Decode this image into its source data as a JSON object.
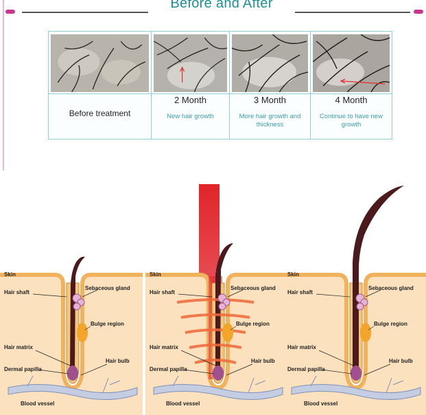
{
  "banner": {
    "title": "Before and After"
  },
  "table": {
    "columns": [
      {
        "label": "Before treatment",
        "note": ""
      },
      {
        "label": "2 Month",
        "note": "New hair growth"
      },
      {
        "label": "3 Month",
        "note": "More hair growth and thickness"
      },
      {
        "label": "4 Month",
        "note": "Continue to have new growth"
      }
    ]
  },
  "diagram": {
    "labels": {
      "skin": "Skin",
      "hair_shaft": "Hair shaft",
      "sebaceous_gland": "Sebaceous gland",
      "bulge_region": "Bulge region",
      "hair_matrix": "Hair matrix",
      "hair_bulb": "Hair bulb",
      "dermal_papilla": "Dermal papilla",
      "blood_vessel": "Blood vessel"
    }
  },
  "colors": {
    "title": "#1c8f98",
    "note": "#3a9ea8",
    "accent": "#c8378c",
    "skin": "#f0b25c",
    "laser": "#e0242a",
    "hair": "#4a1a1c"
  }
}
